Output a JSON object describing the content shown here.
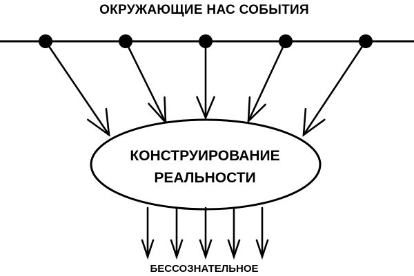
{
  "diagram": {
    "top_label": "ОКРУЖАЮЩИЕ НАС СОБЫТИЯ",
    "center_label_line1": "КОНСТРУИРОВАНИЕ",
    "center_label_line2": "РЕАЛЬНОСТИ",
    "bottom_label": "БЕССОЗНАТЕЛЬНОЕ",
    "event_count": 5,
    "output_arrow_count": 5
  },
  "colors": {
    "ink": "#000000",
    "background": "#ffffff"
  }
}
